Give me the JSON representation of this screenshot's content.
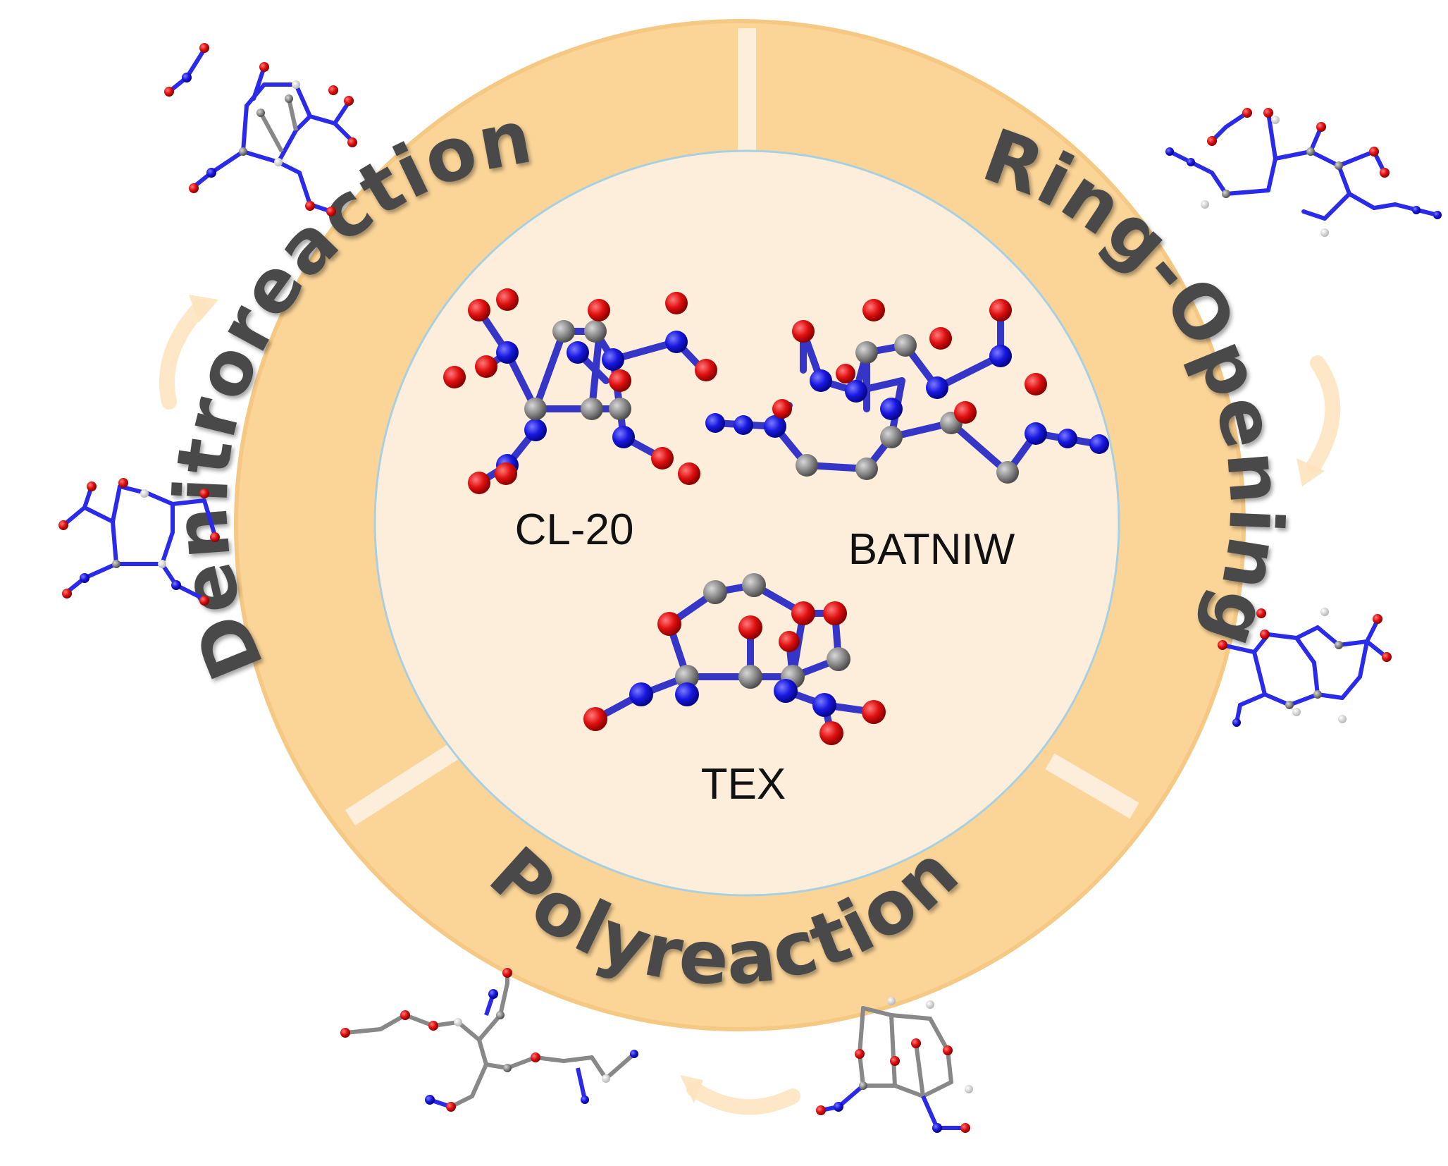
{
  "ring_sections": {
    "denitro": "Denitroreaction",
    "ring_opening": "Ring-Opening",
    "poly": "Polyreaction"
  },
  "center_molecules": {
    "cl20": "CL-20",
    "batniw": "BATNIW",
    "tex": "TEX"
  },
  "colors": {
    "ring": "#fbd598",
    "ring_shadow": "#f3c37a",
    "center": "#fdeedb",
    "center_border": "#a8d0e0",
    "divider": "#fde9cf",
    "label_text": "#4a4a4a",
    "nitrogen": "#1f1fd6",
    "oxygen": "#d90f0f",
    "carbon": "#8c8c8c",
    "hydrogen": "#e8e8e8",
    "arrow": "#fde6c2"
  }
}
